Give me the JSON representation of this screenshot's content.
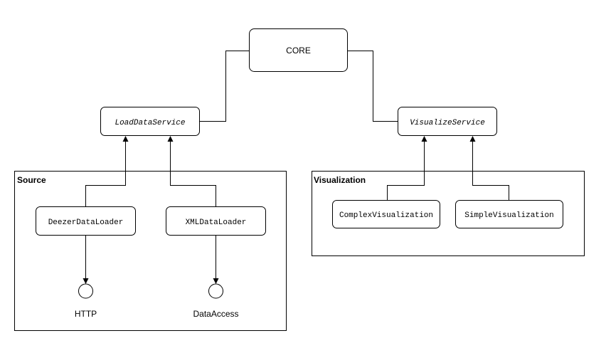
{
  "diagram": {
    "core": {
      "label": "CORE"
    },
    "load_service": {
      "label": "LoadDataService"
    },
    "visualize_service": {
      "label": "VisualizeService"
    },
    "source_package": {
      "title": "Source",
      "components": {
        "deezer": {
          "label": "DeezerDataLoader"
        },
        "xml": {
          "label": "XMLDataLoader"
        }
      },
      "interfaces": {
        "http": {
          "label": "HTTP"
        },
        "data_access": {
          "label": "DataAccess"
        }
      }
    },
    "visualization_package": {
      "title": "Visualization",
      "components": {
        "complex": {
          "label": "ComplexVisualization"
        },
        "simple": {
          "label": "SimpleVisualization"
        }
      }
    }
  }
}
